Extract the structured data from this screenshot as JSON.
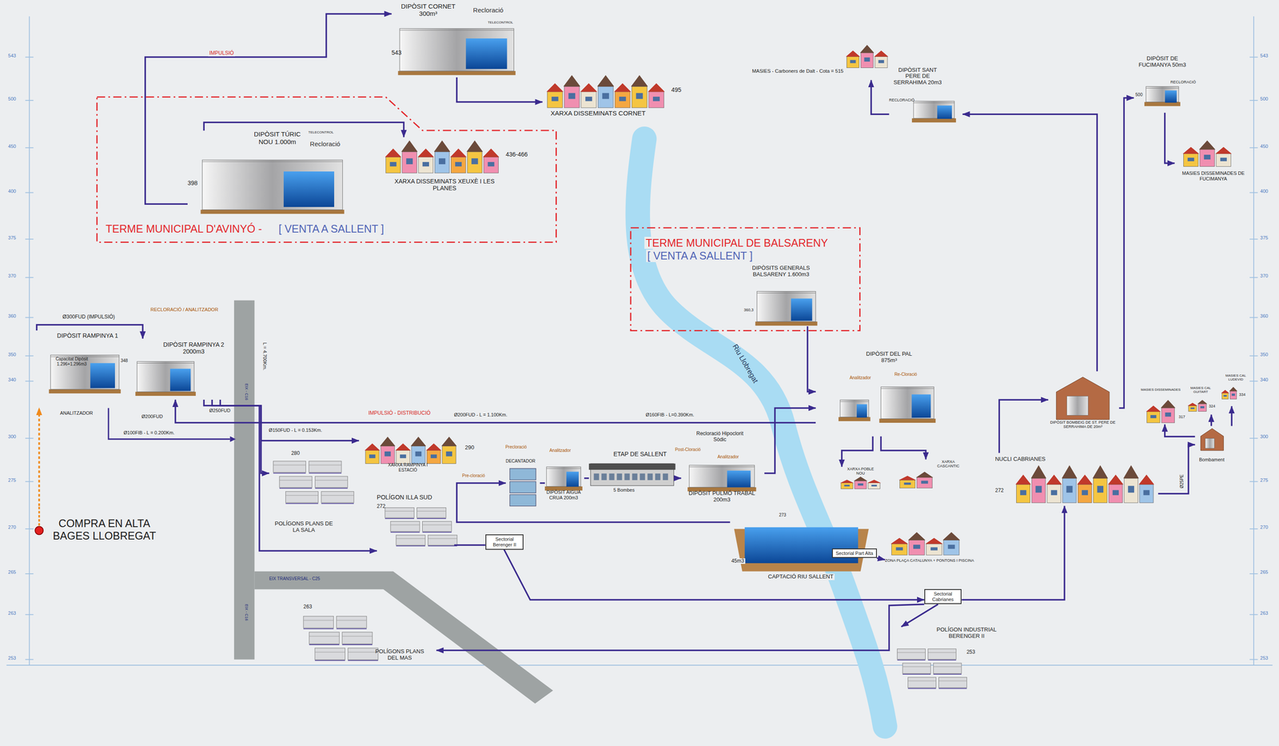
{
  "diagram": {
    "nodes": [
      {
        "text": [
          "DIPÒSIT CORNET 300m³",
          "Recloració",
          "543"
        ]
      },
      {
        "text": [
          "XARXA DISSEMINATS CORNET",
          "495"
        ]
      },
      {
        "text": [
          "TERME MUNICIPAL D'AVINYÓ -",
          "[ VENTA A SALLENT ]"
        ]
      },
      {
        "text": [
          "DIPÒSIT TÚRIC NOU 1.000m",
          "TELECONTROL",
          "Recloració",
          "398"
        ],
        "in": 2
      },
      {
        "text": [
          "XARXA DISSEMINATS XEUXÈ I LES PLANES",
          "436-466"
        ],
        "in": 2
      },
      {
        "text": [
          "MASIES - Carboners de Dalt - Cota = 515"
        ]
      },
      {
        "text": [
          "DIPÒSIT SANT PERE DE SERRAHIMA 20m3",
          "RECLORACIÓ"
        ]
      },
      {
        "text": [
          "DIPÒSIT DE FUCIMANYA 50m3",
          "RECLORACIÓ",
          "500"
        ]
      },
      {
        "text": [
          "MASIES DISSEMINADES DE FUCIMANYA"
        ]
      },
      {
        "text": [
          "TERME MUNICIPAL DE BALSARENY",
          "[ VENTA A SALLENT ]"
        ]
      },
      {
        "text": [
          "DIPÒSITS GENERALS BALSARENY 1.600m3",
          "360,3"
        ],
        "in": 9
      },
      {
        "text": [
          "DIPÒSIT RAMPINYA 1",
          "Capacitat Dipòsit 1.296+1.296m3",
          "348"
        ]
      },
      {
        "text": [
          "DIPÒSIT RAMPINYA 2 2000m3"
        ]
      },
      {
        "text": [
          "COMPRA EN ALTA BAGES LLOBREGAT"
        ]
      },
      {
        "text": [
          "XARXA RAMPINYA I ESTACIÓ",
          "290"
        ]
      },
      {
        "text": [
          "280",
          "POLÍGONS PLANS DE LA SALA"
        ]
      },
      {
        "text": [
          "POLÍGON ILLA SUD",
          "272"
        ]
      },
      {
        "text": [
          "Sectorial Berenger II"
        ]
      },
      {
        "text": [
          "263",
          "POLÍGONS PLANS DEL MAS"
        ]
      },
      {
        "text": [
          "DECANTADOR"
        ]
      },
      {
        "text": [
          "DIPÒSIT AIGUA CRUA 200m3"
        ]
      },
      {
        "text": [
          "ETAP DE SALLENT",
          "5 Bombes"
        ]
      },
      {
        "text": [
          "Recloració Hipoclorit Sòdic",
          "DIPÒSIT PULMÓ TRABAL 200m3"
        ]
      },
      {
        "text": [
          "273",
          "45m3",
          "CAPTACIÓ RIU SALLENT"
        ]
      },
      {
        "text": [
          "Sectorial Part Alta"
        ]
      },
      {
        "text": [
          "DIPÒSIT DEL PAL 875m³"
        ]
      },
      {
        "text": [
          "XARXA POBLE NOU"
        ]
      },
      {
        "text": [
          "XARXA CASCANTIC"
        ]
      },
      {
        "text": [
          "ZONA PLAÇA CATALUNYA + PONTONS I PISCINA"
        ]
      },
      {
        "text": [
          "Sectorial Cabrianes"
        ]
      },
      {
        "text": [
          "POLÍGON INDUSTRIAL BERENGER II",
          "253"
        ]
      },
      {
        "text": [
          "DIPÒSIT BOMBEIG DE ST. PERE DE SERRAHIMA DE 20m³"
        ]
      },
      {
        "text": [
          "NUCLI CABRIANES",
          "272"
        ]
      },
      {
        "text": [
          "MASIES DISSEMINADES",
          "317"
        ]
      },
      {
        "text": [
          "MASIES CAL GUITART",
          "324"
        ]
      },
      {
        "text": [
          "MASIES CAL LUDEVID",
          "334"
        ]
      },
      {
        "text": [
          "Bombament"
        ]
      }
    ],
    "edges": [
      {
        "from": 13,
        "to": 11,
        "arrow": "to"
      },
      {
        "from": 11,
        "to": 12,
        "arrow": "to"
      },
      {
        "from": 3,
        "to": 0,
        "arrow": "to",
        "label": "IMPULSIÓ"
      },
      {
        "from": 3,
        "to": 4,
        "arrow": "to"
      },
      {
        "from": 0,
        "to": 1,
        "arrow": "to"
      },
      {
        "from": 6,
        "to": 5,
        "arrow": "to"
      },
      {
        "from": 31,
        "to": 6,
        "arrow": "to"
      },
      {
        "from": 31,
        "to": 7,
        "arrow": "to"
      },
      {
        "from": 7,
        "to": 8,
        "arrow": "to"
      },
      {
        "from": 10,
        "to": 25,
        "arrow": "to"
      },
      {
        "from": 23,
        "to": 19,
        "arrow": "to"
      },
      {
        "from": 19,
        "to": 20,
        "arrow": "none"
      },
      {
        "from": 20,
        "to": 21,
        "arrow": "none"
      },
      {
        "from": 21,
        "to": 22,
        "arrow": "to"
      },
      {
        "from": 22,
        "to": 25,
        "arrow": "to"
      },
      {
        "from": 25,
        "to": 12,
        "arrow": "to",
        "label": "IMPULSIÓ - DISTRIBUCIÓ"
      },
      {
        "from": 12,
        "to": 14,
        "arrow": "to"
      },
      {
        "from": 12,
        "to": 15,
        "arrow": "to"
      },
      {
        "from": 12,
        "to": 16,
        "arrow": "to"
      },
      {
        "from": 16,
        "to": 17,
        "arrow": "none"
      },
      {
        "from": 17,
        "to": 29,
        "arrow": "to"
      },
      {
        "from": 29,
        "to": 32,
        "arrow": "to"
      },
      {
        "from": 29,
        "to": 30,
        "arrow": "to"
      },
      {
        "from": 29,
        "to": 18,
        "arrow": "to"
      },
      {
        "from": 24,
        "to": 28,
        "arrow": "to"
      },
      {
        "from": 25,
        "to": 26,
        "arrow": "to"
      },
      {
        "from": 25,
        "to": 27,
        "arrow": "to"
      },
      {
        "from": 32,
        "to": 31,
        "arrow": "to"
      },
      {
        "from": 32,
        "to": 36,
        "arrow": "to"
      },
      {
        "from": 36,
        "to": 33,
        "arrow": "to"
      },
      {
        "from": 36,
        "to": 34,
        "arrow": "to"
      },
      {
        "from": 36,
        "to": 35,
        "arrow": "to"
      }
    ],
    "labels": [
      "543",
      "500",
      "450",
      "400",
      "375",
      "370",
      "360",
      "350",
      "340",
      "300",
      "275",
      "270",
      "265",
      "263",
      "253",
      "543",
      "500",
      "450",
      "400",
      "375",
      "370",
      "360",
      "350",
      "340",
      "300",
      "275",
      "270",
      "265",
      "263",
      "253",
      "Ø300FUD (IMPULSIÓ)",
      "RECLORACIÓ / ANALITZADOR",
      "ANALITZADOR",
      "Ø250FUD",
      "Ø200FUD",
      "Ø100FIB - L = 0.200Km.",
      "Ø150FUD - L = 0.153Km.",
      "Ø200FUD - L = 1.100Km.",
      "Ø160FIB - L=0.390Km.",
      "L = 4.700Km.",
      "EIX - C16",
      "EIX - C16",
      "EIX TRANSVERSAL - C25",
      "Riu Llobregat",
      "Precloració",
      "Analitzador",
      "Pre-cloració",
      "Post-Cloració",
      "Analitzador",
      "Re-Cloració",
      "Analitzador",
      "TELECONTROL",
      "Ø25PE"
    ]
  }
}
